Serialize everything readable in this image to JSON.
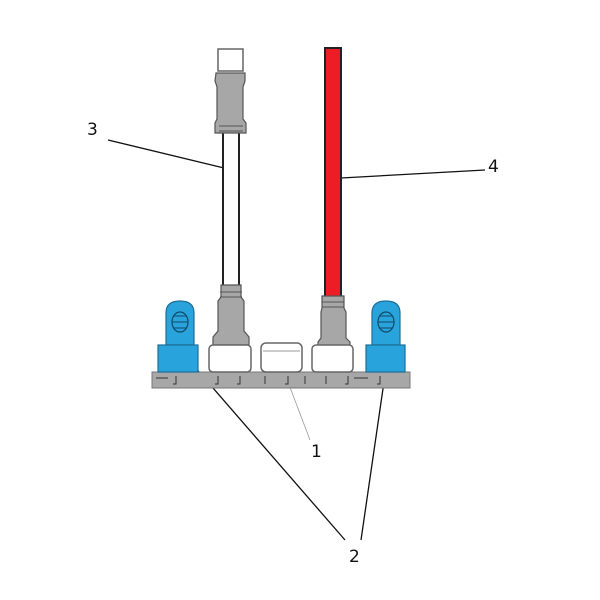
{
  "labels": {
    "one": "1",
    "two": "2",
    "three": "3",
    "four": "4"
  },
  "colors": {
    "blue": "#29a3dc",
    "red": "#ee1c24",
    "grey": "#a7a7a7",
    "outline": "#555555"
  }
}
